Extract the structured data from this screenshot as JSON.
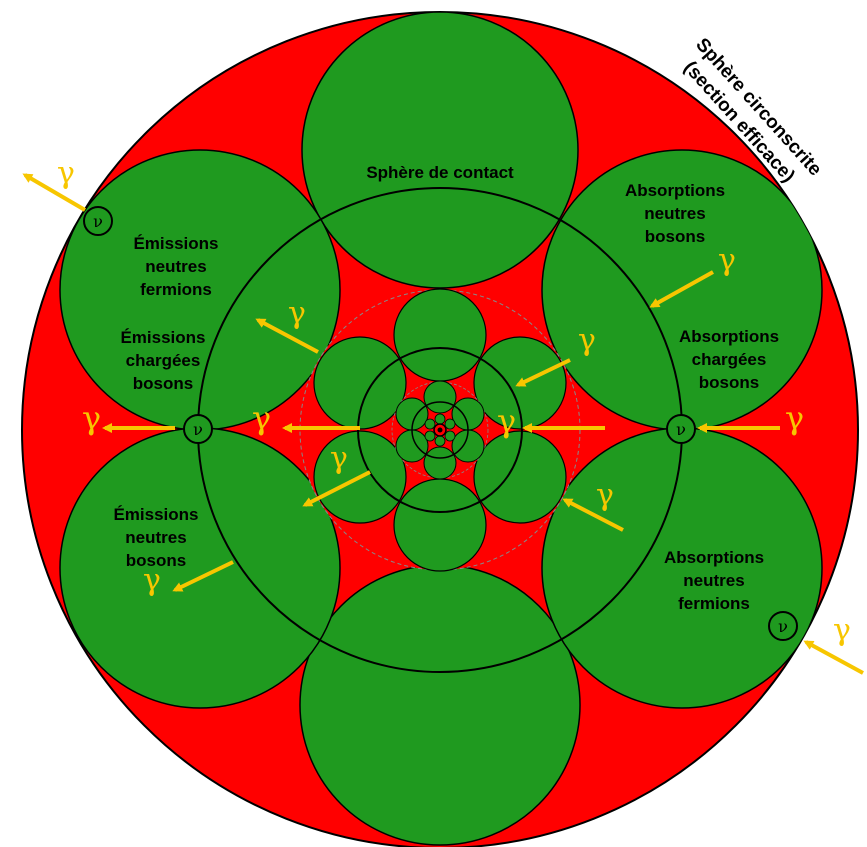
{
  "colors": {
    "background_sphere": "#ff0000",
    "contact_spheres": "#1f9a1f",
    "outline": "#000000",
    "photon": "#f7c600"
  },
  "labels": {
    "circumscribed_sphere_line1": "Sphère circonscrite",
    "circumscribed_sphere_line2": "(section efficace)",
    "contact_sphere": "Sphère de contact",
    "abs_neutral_bosons": [
      "Absorptions",
      "neutres",
      "bosons"
    ],
    "abs_charged_bosons": [
      "Absorptions",
      "chargées",
      "bosons"
    ],
    "abs_neutral_fermions": [
      "Absorptions",
      "neutres",
      "fermions"
    ],
    "em_neutral_fermions": [
      "Émissions",
      "neutres",
      "fermions"
    ],
    "em_charged_bosons": [
      "Émissions",
      "chargées",
      "bosons"
    ],
    "em_neutral_bosons": [
      "Émissions",
      "neutres",
      "bosons"
    ]
  },
  "symbols": {
    "photon": "γ",
    "neutrino": "ν",
    "neutrino_icon": "neutrino-circle-icon",
    "photon_icon": "photon-arrow-icon"
  }
}
